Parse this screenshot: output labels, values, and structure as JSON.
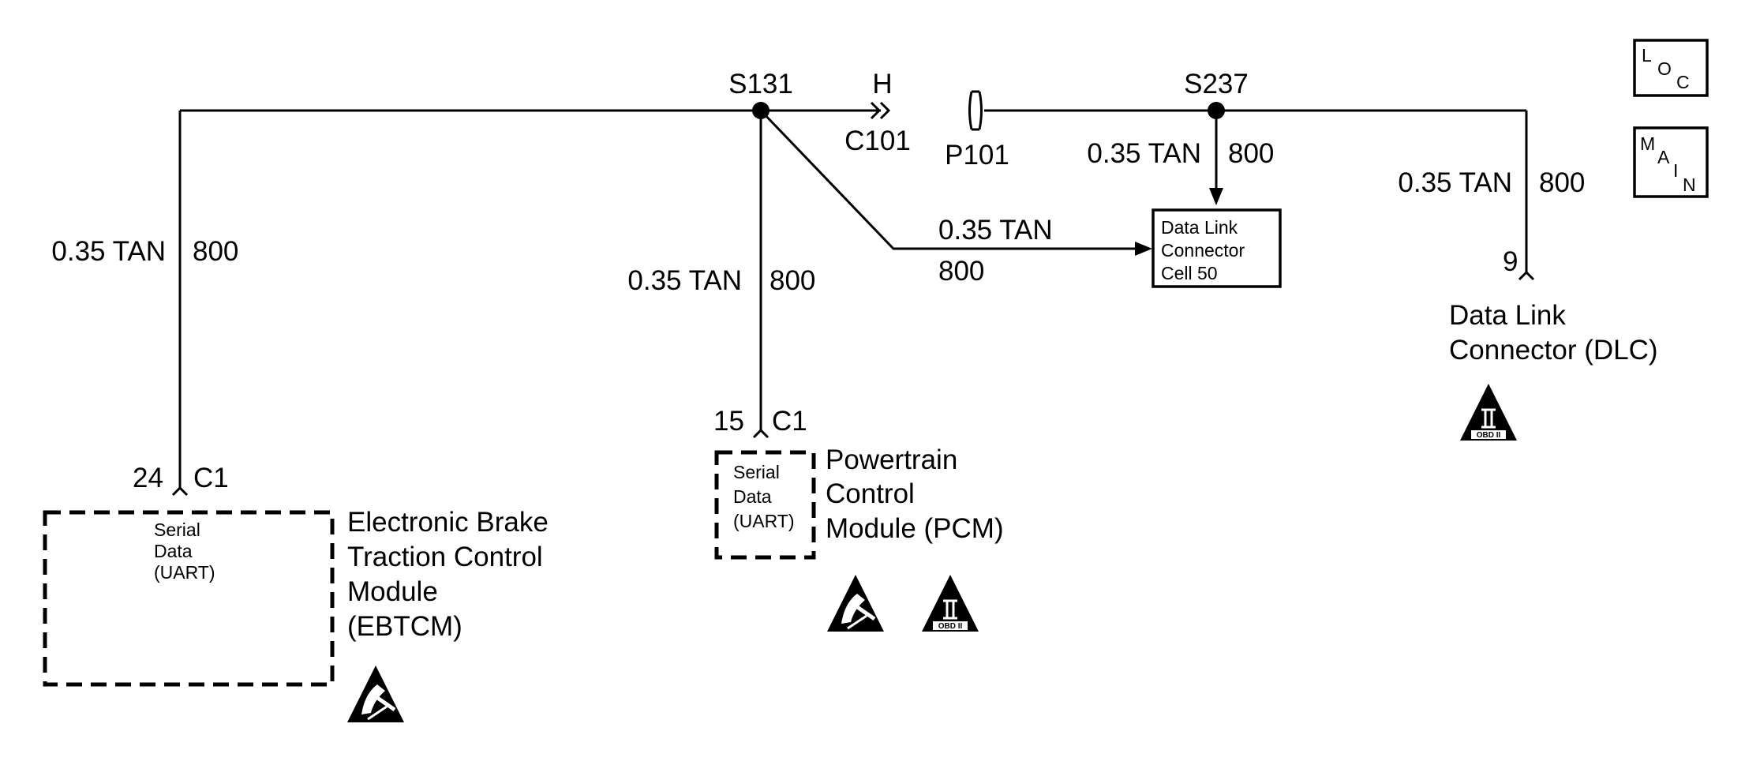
{
  "loc_box": {
    "l": "L",
    "o": "O",
    "c": "C"
  },
  "main_box": {
    "m": "M",
    "a": "A",
    "i": "I",
    "n": "N"
  },
  "splices": {
    "s131": "S131",
    "s237": "S237"
  },
  "inline": {
    "h": "H",
    "c101": "C101",
    "p101": "P101"
  },
  "wire": {
    "gauge_color": "0.35 TAN",
    "circuit": "800"
  },
  "ebtcm": {
    "pin": "24",
    "connector": "C1",
    "inside": [
      "Serial",
      "Data",
      "(UART)"
    ],
    "name": [
      "Electronic Brake",
      "Traction Control",
      "Module",
      "(EBTCM)"
    ]
  },
  "pcm": {
    "pin": "15",
    "connector": "C1",
    "inside": [
      "Serial",
      "Data",
      "(UART)"
    ],
    "name": [
      "Powertrain",
      "Control",
      "Module (PCM)"
    ]
  },
  "dlc": {
    "pin": "9",
    "name": [
      "Data Link",
      "Connector (DLC)"
    ]
  },
  "cell_ref": [
    "Data Link",
    "Connector",
    "Cell 50"
  ],
  "obd_badge": {
    "numeral": "II",
    "text": "OBD II"
  },
  "colors": {
    "line": "#000000",
    "background": "#ffffff"
  }
}
